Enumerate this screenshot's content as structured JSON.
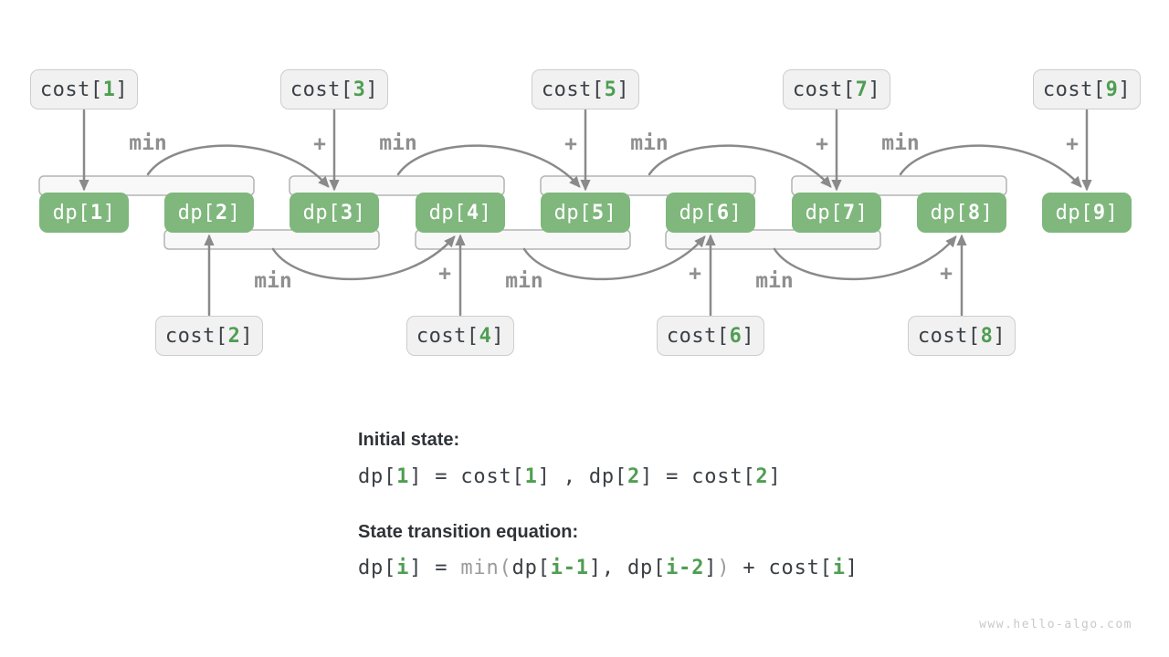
{
  "page": {
    "watermark": "www.hello-algo.com"
  },
  "ops": {
    "min": "min",
    "plus": "+"
  },
  "dp": [
    {
      "pre": "dp[",
      "idx": "1",
      "post": "]"
    },
    {
      "pre": "dp[",
      "idx": "2",
      "post": "]"
    },
    {
      "pre": "dp[",
      "idx": "3",
      "post": "]"
    },
    {
      "pre": "dp[",
      "idx": "4",
      "post": "]"
    },
    {
      "pre": "dp[",
      "idx": "5",
      "post": "]"
    },
    {
      "pre": "dp[",
      "idx": "6",
      "post": "]"
    },
    {
      "pre": "dp[",
      "idx": "7",
      "post": "]"
    },
    {
      "pre": "dp[",
      "idx": "8",
      "post": "]"
    },
    {
      "pre": "dp[",
      "idx": "9",
      "post": "]"
    }
  ],
  "cost_top": [
    {
      "pre": "cost[",
      "idx": "1",
      "post": "]"
    },
    {
      "pre": "cost[",
      "idx": "3",
      "post": "]"
    },
    {
      "pre": "cost[",
      "idx": "5",
      "post": "]"
    },
    {
      "pre": "cost[",
      "idx": "7",
      "post": "]"
    },
    {
      "pre": "cost[",
      "idx": "9",
      "post": "]"
    }
  ],
  "cost_bottom": [
    {
      "pre": "cost[",
      "idx": "2",
      "post": "]"
    },
    {
      "pre": "cost[",
      "idx": "4",
      "post": "]"
    },
    {
      "pre": "cost[",
      "idx": "6",
      "post": "]"
    },
    {
      "pre": "cost[",
      "idx": "8",
      "post": "]"
    }
  ],
  "notes": {
    "initial_label": "Initial state:",
    "initial_equation": [
      {
        "t": "dp[",
        "c": "dark"
      },
      {
        "t": "1",
        "c": "green"
      },
      {
        "t": "] = cost[",
        "c": "dark"
      },
      {
        "t": "1",
        "c": "green"
      },
      {
        "t": "] , dp[",
        "c": "dark"
      },
      {
        "t": "2",
        "c": "green"
      },
      {
        "t": "] = cost[",
        "c": "dark"
      },
      {
        "t": "2",
        "c": "green"
      },
      {
        "t": "]",
        "c": "dark"
      }
    ],
    "transition_label": "State transition equation:",
    "transition_equation": [
      {
        "t": "dp[",
        "c": "dark"
      },
      {
        "t": "i",
        "c": "green"
      },
      {
        "t": "] = ",
        "c": "dark"
      },
      {
        "t": "min(",
        "c": "gray"
      },
      {
        "t": "dp[",
        "c": "dark"
      },
      {
        "t": "i-1",
        "c": "green"
      },
      {
        "t": "], dp[",
        "c": "dark"
      },
      {
        "t": "i-2",
        "c": "green"
      },
      {
        "t": "]",
        "c": "dark"
      },
      {
        "t": ")",
        "c": "gray"
      },
      {
        "t": " + cost[",
        "c": "dark"
      },
      {
        "t": "i",
        "c": "green"
      },
      {
        "t": "]",
        "c": "dark"
      }
    ]
  },
  "colors": {
    "node_green": "#7fb77d",
    "index_green": "#4f9e52",
    "arrow_gray": "#8a8a8a",
    "muted_gray": "#9b9b9b",
    "text_dark": "#3b4045",
    "box_fill": "#f1f1f2",
    "bracket_fill": "#f8f8f8"
  }
}
